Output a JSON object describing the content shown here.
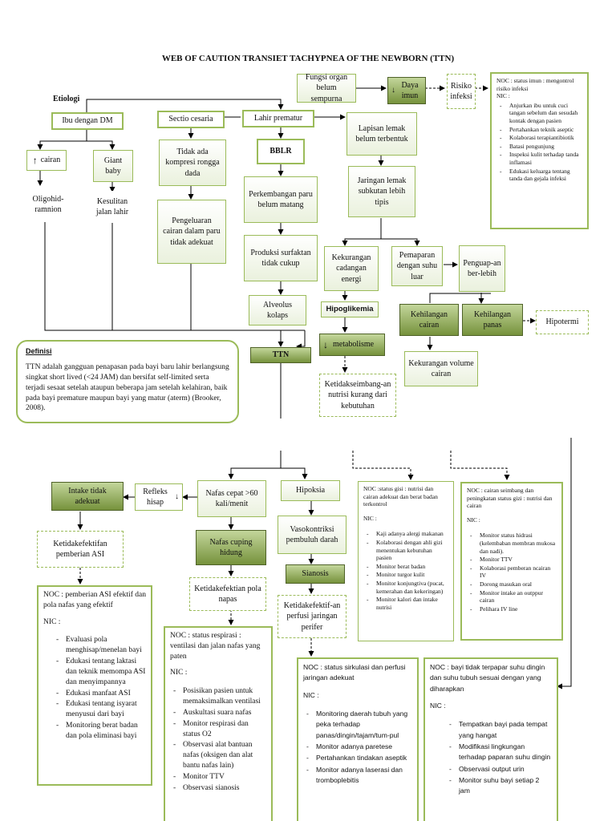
{
  "title": "WEB OF CAUTION TRANSIET TACHYPNEA OF THE NEWBORN (TTN)",
  "etiologi_label": "Etiologi",
  "nodes": {
    "ibu_dm": "Ibu dengan DM",
    "sectio": "Sectio cesaria",
    "lahir_prematur": "Lahir prematur",
    "fungsi_organ": "Fungsi organ belum sempurna",
    "daya_imun": "Daya imun",
    "risiko_infeksi": "Risiko infeksi",
    "cairan": "cairan",
    "giant_baby": "Giant baby",
    "tidak_ada_kompresi": "Tidak ada kompresi rongga dada",
    "bblr": "BBLR",
    "lapisan_lemak": "Lapisan lemak belum terbentuk",
    "oligohid": "Oligohid-ramnion",
    "kesulitan": "Kesulitan jalan lahir",
    "pengeluaran": "Pengeluaran cairan dalam paru tidak adekuat",
    "perkembangan": "Perkembangan paru belum matang",
    "jaringan_lemak": "Jaringan lemak subkutan lebih tipis",
    "produksi": "Produksi surfaktan tidak cukup",
    "kekurangan_cadangan": "Kekurangan cadangan energi",
    "pemaparan": "Pemaparan dengan suhu luar",
    "penguapan": "Penguap-an ber-lebih",
    "alveolus": "Alveolus kolaps",
    "hipoglikemia": "Hipoglikemia",
    "kehilangan_cairan": "Kehilangan cairan",
    "kehilangan_panas": "Kehilangan panas",
    "hipotermi": "Hipotermi",
    "ttn": "TTN",
    "metabolisme": "metabolisme",
    "kekurangan_volume": "Kekurangan volume cairan",
    "ketidakseimbangan": "Ketidakseimbang-an nutrisi kurang dari kebutuhan",
    "intake": "Intake tidak adekuat",
    "refleks": "Refleks hisap",
    "nafas_cepat": "Nafas cepat >60 kali/menit",
    "hipoksia": "Hipoksia",
    "nafas_cuping": "Nafas cuping hidung",
    "vasokontriksi": "Vasokontriksi pembuluh darah",
    "ketidakefektifan_asi": "Ketidakefektifan pemberian ASI",
    "ketidakefektian_pola": "Ketidakefektian pola napas",
    "sianosis": "Sianosis",
    "ketidakefektifan_perfusi": "Ketidakefektif-an perfusi jaringan perifer"
  },
  "definisi": {
    "heading": "Definisi",
    "text": "TTN adalah gangguan penapasan pada bayi baru lahir berlangsung singkat short lived (<24 JAM) dan bersifat self-limited serta terjadi sesaat setelah ataupun beberapa jam setelah kelahiran, baik pada bayi premature maupun bayi yang matur (aterm)  (Brooker, 2008)."
  },
  "noc_imun": {
    "noc": "NOC : status imun : mengontrol risiko infeksi",
    "nic": "NIC :",
    "items": [
      "Anjurkan ibu untuk cuci tangan sebelum dan sesudah kontak dengan pasien",
      "Pertahankan teknik aseptic",
      "Kolaborasi terapiantibiotik",
      "Batasi pengunjung",
      "Inspeksi kulit terhadap tanda inflamasi",
      "Edukasi keluarga tentang tanda dan gejala infeksi"
    ]
  },
  "noc_gizi": {
    "noc": "NOC :status gisi : nutrisi dan cairan adekuat dan berat badan terkontrol",
    "nic": "NIC :",
    "items": [
      "Kaji adanya alergi makanan",
      "Kolaborasi dengan ahli gizi menentukan kebutuhan pasien",
      "Monitor berat badan",
      "Monitor turgor kulit",
      "Monitor konjungtiva (pucat, kemerahan dan kekeringan)",
      "Monitor kalori dan intake nutrisi"
    ]
  },
  "noc_cairan": {
    "noc": "NOC : cairan seimbang dan peningkatan status gizi : nutrisi dan cairan",
    "nic": "NIC :",
    "items": [
      "Monitor status hidrasi (kelembaban membran mukosa dan nadi).",
      "Monitor TTV",
      "Kolaborasi pemberan ncairan IV",
      "Dorong masukan oral",
      "Monitor intake an outppur cairan",
      "Pelihara IV line"
    ]
  },
  "noc_asi": {
    "noc": "NOC : pemberian ASI efektif dan pola nafas yang efektif",
    "nic": "NIC :",
    "items": [
      "Evaluasi pola menghisap/menelan bayi",
      "Edukasi tentang laktasi dan teknik memompa ASI dan menyimpannya",
      "Edukasi manfaat ASI",
      "Edukasi tentang isyarat menyusui dari bayi",
      "Monitoring berat badan dan pola eliminasi bayi"
    ]
  },
  "noc_respirasi": {
    "noc": "NOC : status respirasi : ventilasi dan jalan nafas yang paten",
    "nic": "NIC :",
    "items": [
      "Posisikan pasien untuk memaksimalkan ventilasi",
      "Auskultasi suara nafas",
      "Monitor respirasi dan status O2",
      "Observasi alat bantuan nafas (oksigen dan alat bantu nafas lain)",
      "Monitor TTV",
      "Observasi sianosis"
    ]
  },
  "noc_sirkulasi": {
    "noc": "NOC : status sirkulasi dan perfusi jaringan adekuat",
    "nic": "NIC :",
    "items": [
      "Monitoring daerah tubuh yang peka terhadap panas/dingin/tajam/tum-pul",
      "Monitor adanya paretese",
      "Pertahankan tindakan aseptik",
      "Monitor adanya laserasi dan tromboplebitis"
    ]
  },
  "noc_suhu": {
    "noc": "NOC : bayi tidak terpapar suhu dingin dan suhu tubuh sesuai dengan yang diharapkan",
    "nic": "NIC :",
    "items": [
      "Tempatkan bayi pada tempat yang hangat",
      "Modifikasi lingkungan terhadap paparan suhu dingin",
      "Observasi output urin",
      "Monitor suhu bayi setiap 2 jam"
    ]
  }
}
